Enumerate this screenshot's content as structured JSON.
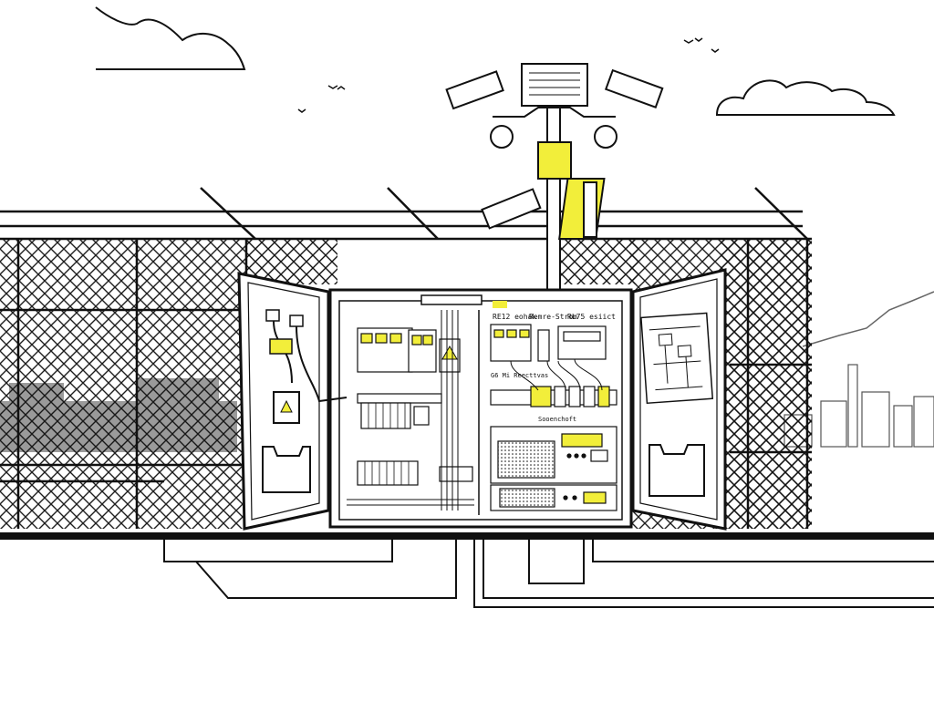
{
  "scene": {
    "labels": {
      "top_left": "RE12 eohak",
      "top_mid": "Remre-Strom",
      "top_right": "RL75 esiict",
      "mid_left": "G6 Mi Reecttvas",
      "mid_right": "Sooenchoft"
    },
    "colors": {
      "ink": "#111111",
      "accent": "#f2ee3a",
      "shade": "#9a9a9a",
      "paper": "#ffffff"
    }
  }
}
